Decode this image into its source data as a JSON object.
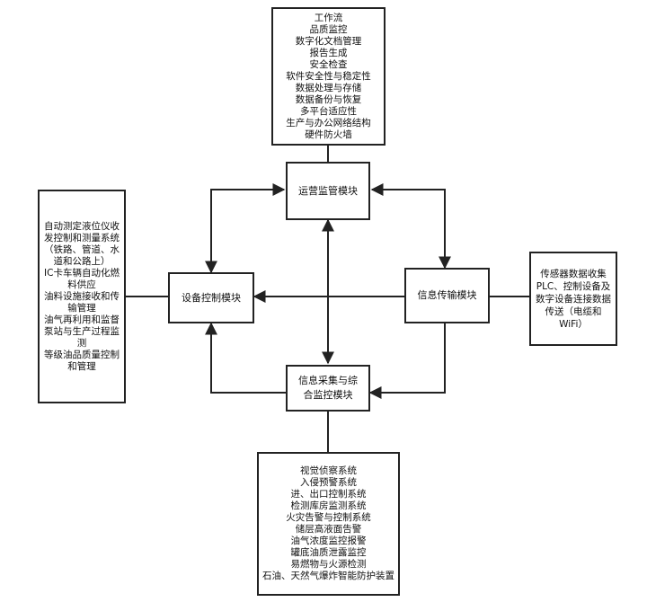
{
  "modules": {
    "ops": "运营监管模块",
    "device": "设备控制模块",
    "transfer": "信息传输模块",
    "collect": "信息采集与综合监控模块"
  },
  "top_list": [
    "工作流",
    "品质监控",
    "数字化文档管理",
    "报告生成",
    "安全检查",
    "软件安全性与稳定性",
    "数据处理与存储",
    "数据备份与恢复",
    "多平台适应性",
    "生产与办公网络结构",
    "硬件防火墙"
  ],
  "left_list": [
    "自动测定液位仪收发控制和测量系统（铁路、管道、水道和公路上）",
    "IC卡车辆自动化燃料供应",
    "油料设施接收和传输管理",
    "油气再利用和监督",
    "泵站与生产过程监测",
    "等级油品质量控制和管理"
  ],
  "right_list": [
    "传感器数据收集PLC、控制设备及数字设备连接数据传送（电缆和WiFi）"
  ],
  "bottom_list": [
    "视觉侦察系统",
    "入侵预警系统",
    "进、出口控制系统",
    "检测库房监测系统",
    "火灾告警与控制系统",
    "储层高液面告警",
    "油气浓度监控报警",
    "罐底油质泄露监控",
    "易燃物与火源检测",
    "石油、天然气爆炸智能防护装置"
  ]
}
